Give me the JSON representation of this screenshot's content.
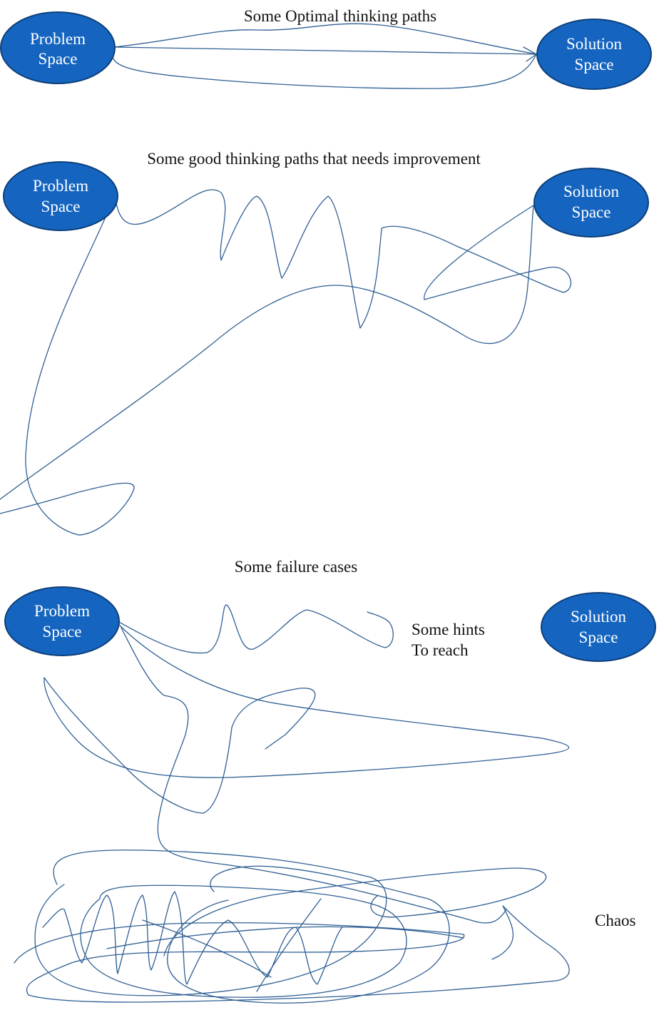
{
  "sections": [
    {
      "caption": "Some Optimal thinking paths",
      "problem": {
        "line1": "Problem",
        "line2": "Space"
      },
      "solution": {
        "line1": "Solution",
        "line2": "Space"
      }
    },
    {
      "caption": "Some good thinking paths that needs improvement",
      "problem": {
        "line1": "Problem",
        "line2": "Space"
      },
      "solution": {
        "line1": "Solution",
        "line2": "Space"
      }
    },
    {
      "caption": "Some failure cases",
      "problem": {
        "line1": "Problem",
        "line2": "Space"
      },
      "solution": {
        "line1": "Solution",
        "line2": "Space"
      },
      "hint": {
        "line1": "Some hints",
        "line2": "To reach"
      }
    }
  ],
  "chaos_label": "Chaos",
  "colors": {
    "node_fill": "#1565c0",
    "node_stroke": "#0d3f7a",
    "path_stroke": "#2f5f93"
  }
}
